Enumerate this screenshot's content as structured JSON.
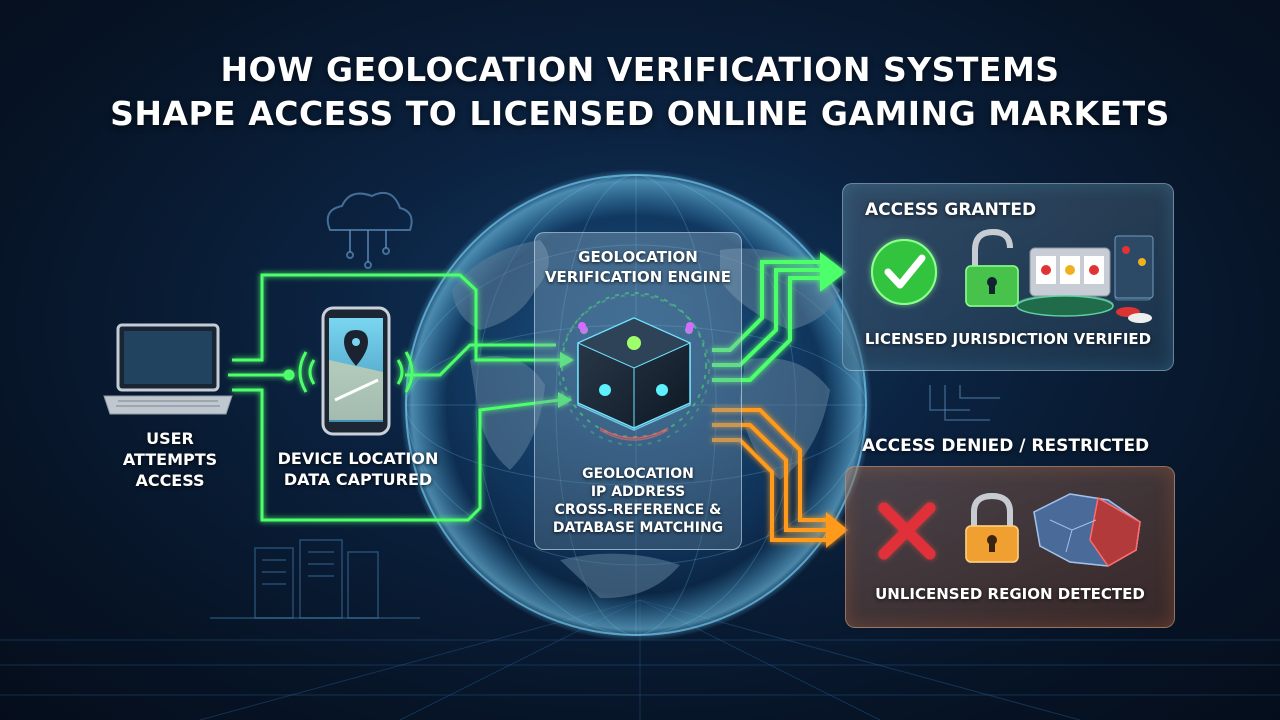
{
  "title": {
    "line1": "HOW GEOLOCATION VERIFICATION SYSTEMS",
    "line2": "SHAPE ACCESS TO LICENSED ONLINE GAMING MARKETS"
  },
  "nodes": {
    "user": {
      "line1": "USER",
      "line2": "ATTEMPTS",
      "line3": "ACCESS",
      "icon": "laptop-icon"
    },
    "device": {
      "line1": "DEVICE LOCATION",
      "line2": "DATA CAPTURED",
      "icon": "smartphone-map-icon"
    },
    "engine": {
      "title_line1": "GEOLOCATION",
      "title_line2": "VERIFICATION ENGINE",
      "methods": [
        "GEOLOCATION",
        "IP ADDRESS",
        "CROSS-REFERENCE &",
        "DATABASE MATCHING"
      ],
      "icon": "processor-cube-icon"
    },
    "granted": {
      "heading": "ACCESS GRANTED",
      "caption": "LICENSED JURISDICTION VERIFIED",
      "icons": [
        "checkmark-icon",
        "unlocked-padlock-icon",
        "slot-machine-icon"
      ],
      "color": "#3fd14a"
    },
    "denied": {
      "heading": "ACCESS DENIED / RESTRICTED",
      "caption": "UNLICENSED REGION DETECTED",
      "icons": [
        "cross-icon",
        "locked-padlock-icon",
        "region-map-icon"
      ],
      "color": "#e0303a"
    }
  },
  "colors": {
    "flow_green": "#4dff6a",
    "flow_orange": "#ff9a1f",
    "globe_glow": "#58c8ff"
  }
}
